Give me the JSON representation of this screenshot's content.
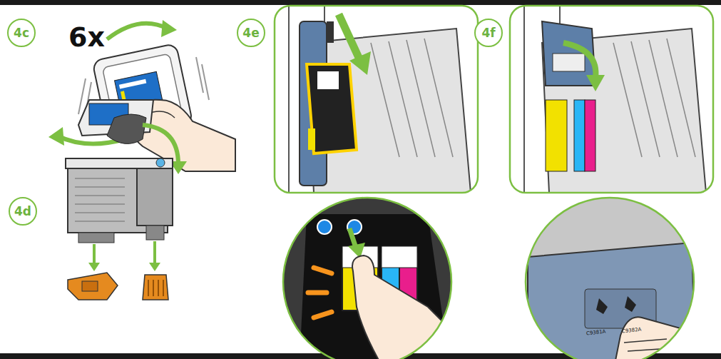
{
  "diagram": {
    "nodes": [
      {
        "text": [
          "4c"
        ]
      },
      {
        "text": [
          "4d"
        ]
      },
      {
        "text": [
          "4e"
        ]
      },
      {
        "text": [
          "4f"
        ]
      }
    ],
    "labels": [
      "6x",
      "C9381A",
      "C9382A"
    ]
  }
}
